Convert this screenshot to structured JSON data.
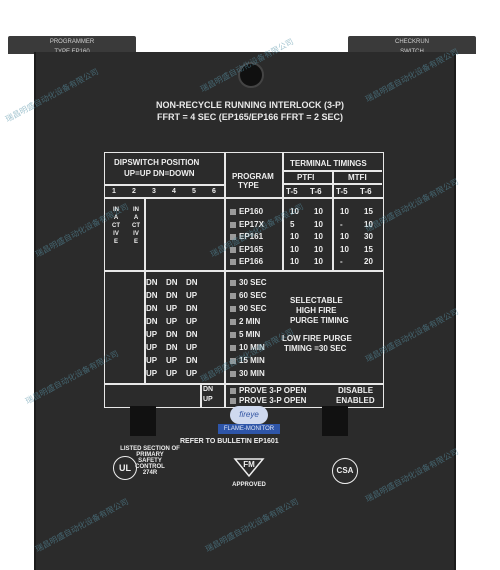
{
  "tabs": {
    "left": [
      "PROGRAMMER",
      "TYPE EP160"
    ],
    "right": [
      "CHECKRUN",
      "SWITCH"
    ]
  },
  "header": {
    "line1": "NON-RECYCLE RUNNING INTERLOCK (3-P)",
    "line2": "FFRT  =  4 SEC (EP165/EP166 FFRT = 2 SEC)"
  },
  "table": {
    "dip_title": "DIPSWITCH POSITION",
    "dip_subtitle": "UP=UP  DN=DOWN",
    "switch_numbers": [
      "1",
      "2",
      "3",
      "4",
      "5",
      "6"
    ],
    "program_type_label": [
      "PROGRAM",
      "TYPE"
    ],
    "terminal_timings": "TERMINAL TIMINGS",
    "ptfi": "PTFI",
    "mtfi": "MTFI",
    "cols": [
      "T-5",
      "T-6",
      "T-5",
      "T-6"
    ],
    "inactive_a": "INACTIVE",
    "inactive_b": "INACTIVE",
    "programs": [
      {
        "name": "EP160",
        "v": [
          "10",
          "10",
          "10",
          "15"
        ]
      },
      {
        "name": "EP17X",
        "v": [
          "5",
          "10",
          "-",
          "10"
        ]
      },
      {
        "name": "EP161",
        "v": [
          "10",
          "10",
          "10",
          "30"
        ]
      },
      {
        "name": "EP165",
        "v": [
          "10",
          "10",
          "10",
          "15"
        ]
      },
      {
        "name": "EP166",
        "v": [
          "10",
          "10",
          "-",
          "20"
        ]
      }
    ],
    "purge_rows": [
      {
        "d": [
          "DN",
          "DN",
          "DN"
        ],
        "t": "30 SEC"
      },
      {
        "d": [
          "DN",
          "DN",
          "UP"
        ],
        "t": "60 SEC"
      },
      {
        "d": [
          "DN",
          "UP",
          "DN"
        ],
        "t": "90 SEC"
      },
      {
        "d": [
          "DN",
          "UP",
          "UP"
        ],
        "t": "2 MIN"
      },
      {
        "d": [
          "UP",
          "DN",
          "DN"
        ],
        "t": "5 MIN"
      },
      {
        "d": [
          "UP",
          "DN",
          "UP"
        ],
        "t": "10 MIN"
      },
      {
        "d": [
          "UP",
          "UP",
          "DN"
        ],
        "t": "15 MIN"
      },
      {
        "d": [
          "UP",
          "UP",
          "UP"
        ],
        "t": "30 MIN"
      }
    ],
    "purge_note": [
      "SELECTABLE",
      "HIGH FIRE",
      "PURGE TIMING"
    ],
    "low_fire_note": [
      "LOW FIRE PURGE",
      "TIMING =30 SEC"
    ],
    "prove_rows": [
      {
        "d": "DN",
        "t": "PROVE 3-P OPEN",
        "s": "DISABLE"
      },
      {
        "d": "UP",
        "t": "PROVE 3-P OPEN",
        "s": "ENABLED"
      }
    ]
  },
  "logo": {
    "brand": "fireye",
    "tagline": "FLAME-MONITOR"
  },
  "bulletin": "REFER TO BULLETIN EP1601",
  "certs": {
    "ul": [
      "LISTED SECTION OF",
      "PRIMARY",
      "SAFETY",
      "CONTROL",
      "274R"
    ],
    "ul_mark": "UL",
    "fm": "FM",
    "fm_label": "APPROVED",
    "csa": "CSA"
  },
  "watermark": "瑞昌明盛自动化设备有限公司"
}
